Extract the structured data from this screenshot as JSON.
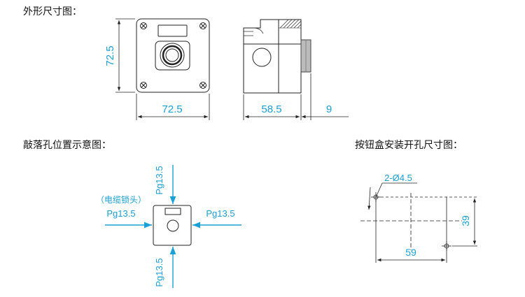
{
  "headings": {
    "outline": "外形尺寸图：",
    "knockout": "敲落孔位置示意图：",
    "mounting": "按钮盒安装开孔尺寸图："
  },
  "outline_dims": {
    "height": "72.5",
    "width": "72.5",
    "depth": "58.5",
    "button": "9"
  },
  "knockout": {
    "top": "Pg13.5",
    "left_note": "（电缆锁头）",
    "left": "Pg13.5",
    "right": "Pg13.5",
    "bottom": "Pg13.5"
  },
  "mounting": {
    "holes": "2-Ø4.5",
    "vertical": "39",
    "horizontal": "59"
  },
  "colors": {
    "dimension": "#1aa0d8",
    "outline": "#222222"
  }
}
